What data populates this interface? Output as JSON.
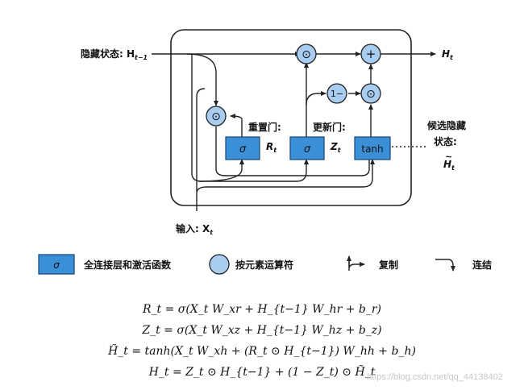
{
  "diagram": {
    "input_hidden_label": "隐藏状态: H",
    "input_hidden_sub": "t−1",
    "output_label": "H",
    "output_sub": "t",
    "input_x_label": "输入: X",
    "input_x_sub": "t",
    "reset_gate_label": "重置门:",
    "reset_gate_var": "R",
    "reset_gate_sub": "t",
    "update_gate_label": "更新门:",
    "update_gate_var": "Z",
    "update_gate_sub": "t",
    "candidate_label_1": "候选隐藏",
    "candidate_label_2": "状态:",
    "candidate_var": "H",
    "candidate_sub": "t",
    "sigma": "σ",
    "tanh": "tanh",
    "one_minus": "1−",
    "plus": "+",
    "dot": "⊙"
  },
  "legend": {
    "fc_layer": "全连接层和激活函数",
    "elementwise": "按元素运算符",
    "copy": "复制",
    "concat": "连结"
  },
  "equations": [
    "R_t = σ(X_t W_xr + H_{t−1} W_hr + b_r)",
    "Z_t = σ(X_t W_xz + H_{t−1} W_hz + b_z)",
    "H̃_t = tanh(X_t W_xh + (R_t ⊙ H_{t−1}) W_hh + b_h)",
    "H_t = Z_t ⊙ H_{t−1} + (1 − Z_t) ⊙ H̃_t"
  ],
  "watermark": "https://blog.csdn.net/qq_44138402",
  "colors": {
    "box_fill": "#3b8fd6",
    "box_stroke": "#1f4f80",
    "circle_fill": "#a9cdf0",
    "line": "#222222"
  }
}
